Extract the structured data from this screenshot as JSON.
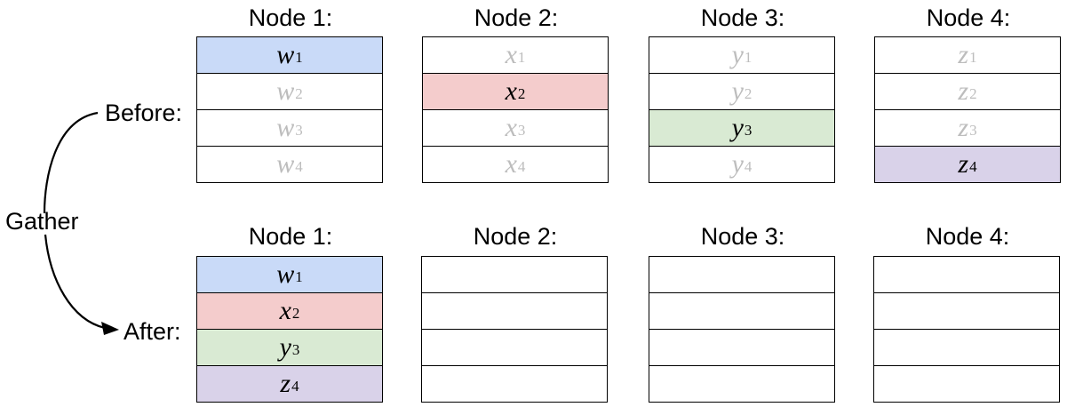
{
  "operation_label": "Gather",
  "before": {
    "label": "Before:",
    "nodes": [
      {
        "title": "Node 1:",
        "cells": [
          {
            "var": "w",
            "sub": "1",
            "highlight": true,
            "color": "#c9daf8"
          },
          {
            "var": "w",
            "sub": "2",
            "highlight": false
          },
          {
            "var": "w",
            "sub": "3",
            "highlight": false
          },
          {
            "var": "w",
            "sub": "4",
            "highlight": false
          }
        ]
      },
      {
        "title": "Node 2:",
        "cells": [
          {
            "var": "x",
            "sub": "1",
            "highlight": false
          },
          {
            "var": "x",
            "sub": "2",
            "highlight": true,
            "color": "#f4cccc"
          },
          {
            "var": "x",
            "sub": "3",
            "highlight": false
          },
          {
            "var": "x",
            "sub": "4",
            "highlight": false
          }
        ]
      },
      {
        "title": "Node 3:",
        "cells": [
          {
            "var": "y",
            "sub": "1",
            "highlight": false
          },
          {
            "var": "y",
            "sub": "2",
            "highlight": false
          },
          {
            "var": "y",
            "sub": "3",
            "highlight": true,
            "color": "#d9ead3"
          },
          {
            "var": "y",
            "sub": "4",
            "highlight": false
          }
        ]
      },
      {
        "title": "Node 4:",
        "cells": [
          {
            "var": "z",
            "sub": "1",
            "highlight": false
          },
          {
            "var": "z",
            "sub": "2",
            "highlight": false
          },
          {
            "var": "z",
            "sub": "3",
            "highlight": false
          },
          {
            "var": "z",
            "sub": "4",
            "highlight": true,
            "color": "#d9d2e9"
          }
        ]
      }
    ]
  },
  "after": {
    "label": "After:",
    "nodes": [
      {
        "title": "Node 1:",
        "cells": [
          {
            "var": "w",
            "sub": "1",
            "highlight": true,
            "color": "#c9daf8"
          },
          {
            "var": "x",
            "sub": "2",
            "highlight": true,
            "color": "#f4cccc"
          },
          {
            "var": "y",
            "sub": "3",
            "highlight": true,
            "color": "#d9ead3"
          },
          {
            "var": "z",
            "sub": "4",
            "highlight": true,
            "color": "#d9d2e9"
          }
        ]
      },
      {
        "title": "Node 2:",
        "cells": [
          {},
          {},
          {},
          {}
        ]
      },
      {
        "title": "Node 3:",
        "cells": [
          {},
          {},
          {},
          {}
        ]
      },
      {
        "title": "Node 4:",
        "cells": [
          {},
          {},
          {},
          {}
        ]
      }
    ]
  }
}
